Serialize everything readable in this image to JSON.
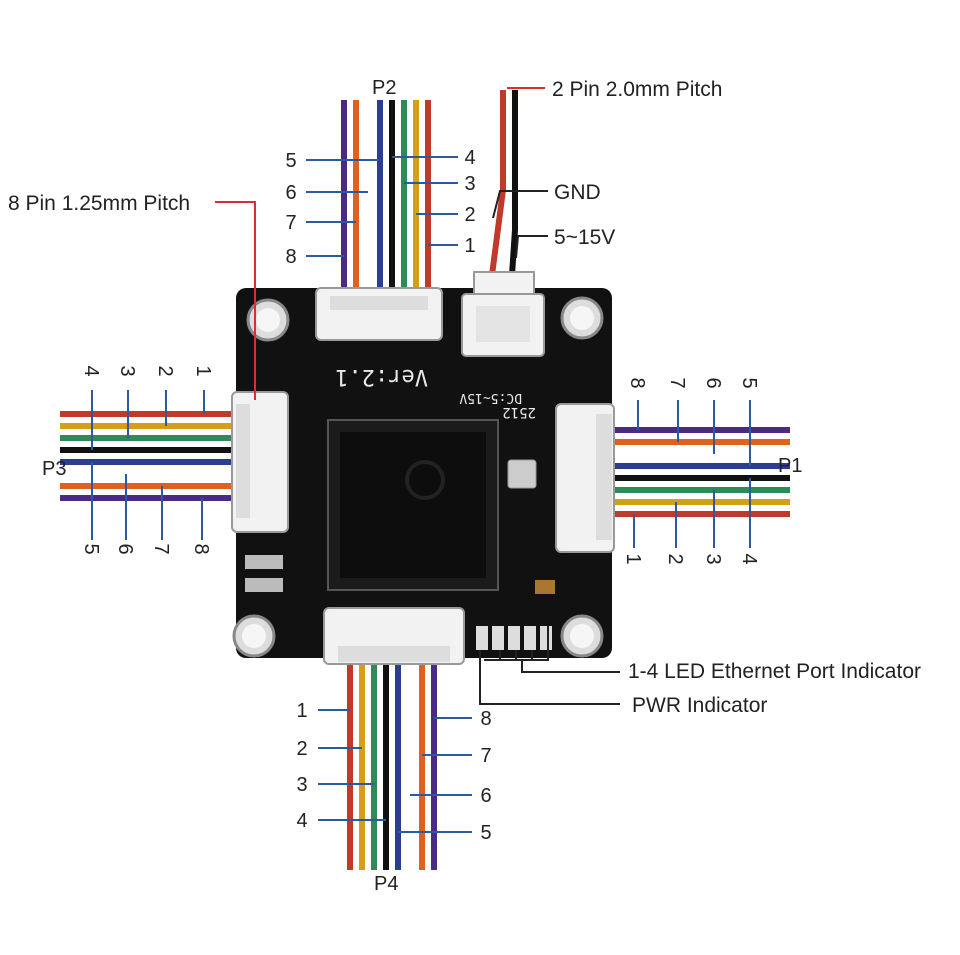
{
  "ports": {
    "p1": "P1",
    "p2": "P2",
    "p3": "P3",
    "p4": "P4"
  },
  "connectors": {
    "power_connector": "2 Pin 2.0mm Pitch",
    "signal_connector": "8 Pin 1.25mm Pitch",
    "gnd": "GND",
    "voltage": "5~15V"
  },
  "indicators": {
    "led_ethernet": "1-4 LED Ethernet Port Indicator",
    "pwr": "PWR Indicator"
  },
  "pin_numbers": [
    "1",
    "2",
    "3",
    "4",
    "5",
    "6",
    "7",
    "8"
  ],
  "board": {
    "version": "Ver:2.1",
    "dc_rating": "DC:5~15V",
    "chip_code": "2512"
  },
  "wire_colors": [
    "#c0392b",
    "#d4a017",
    "#2e8b57",
    "#111111",
    "#2c3e8f",
    "#ffffff",
    "#e06020",
    "#4b2a82"
  ]
}
